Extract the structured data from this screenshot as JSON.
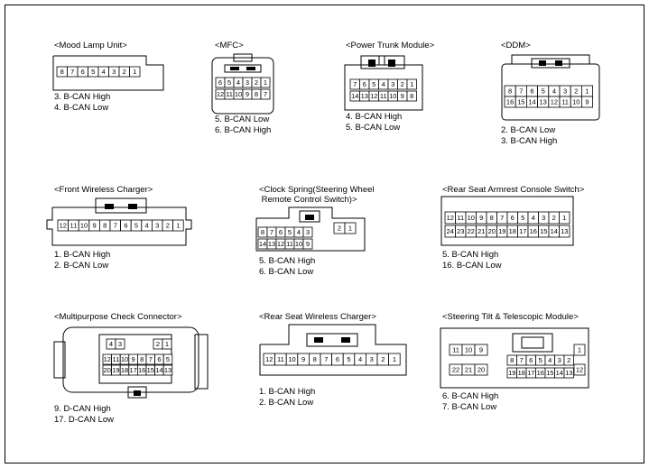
{
  "connectors": [
    {
      "id": "mood-lamp-unit",
      "title": "<Mood Lamp Unit>",
      "pins": [
        "3. B-CAN High",
        "4. B-CAN Low"
      ],
      "rows": [
        [
          "8",
          "7",
          "6",
          "5",
          "4",
          "3",
          "2",
          "1"
        ]
      ]
    },
    {
      "id": "mfc",
      "title": "<MFC>",
      "pins": [
        "5. B-CAN Low",
        "6. B-CAN High"
      ],
      "rows": [
        [
          "6",
          "5",
          "4",
          "3",
          "2",
          "1"
        ],
        [
          "12",
          "11",
          "10",
          "9",
          "8",
          "7"
        ]
      ]
    },
    {
      "id": "power-trunk-module",
      "title": "<Power Trunk Module>",
      "pins": [
        "4. B-CAN High",
        "5. B-CAN Low"
      ],
      "rows": [
        [
          "7",
          "6",
          "5",
          "4",
          "3",
          "2",
          "1"
        ],
        [
          "14",
          "13",
          "12",
          "11",
          "10",
          "9",
          "8"
        ]
      ]
    },
    {
      "id": "ddm",
      "title": "<DDM>",
      "pins": [
        "2. B-CAN Low",
        "3. B-CAN High"
      ],
      "rows": [
        [
          "8",
          "7",
          "6",
          "5",
          "4",
          "3",
          "2",
          "1"
        ],
        [
          "16",
          "15",
          "14",
          "13",
          "12",
          "11",
          "10",
          "9"
        ]
      ]
    },
    {
      "id": "front-wireless-charger",
      "title": "<Front Wireless Charger>",
      "pins": [
        "1. B-CAN High",
        "2. B-CAN Low"
      ],
      "rows": [
        [
          "12",
          "11",
          "10",
          "9",
          "8",
          "7",
          "6",
          "5",
          "4",
          "3",
          "2",
          "1"
        ]
      ]
    },
    {
      "id": "clock-spring",
      "title": "<Clock Spring(Steering Wheel\n Remote Control Switch)>",
      "pins": [
        "5. B-CAN High",
        "6. B-CAN Low"
      ],
      "rows": [
        [
          "8",
          "7",
          "6",
          "5",
          "4",
          "3"
        ],
        [
          "14",
          "13",
          "12",
          "11",
          "10",
          "9"
        ]
      ],
      "side": [
        "2",
        "1"
      ]
    },
    {
      "id": "rear-seat-armrest",
      "title": "<Rear Seat Armrest Console Switch>",
      "pins": [
        "5. B-CAN High",
        "16. B-CAN Low"
      ],
      "rows": [
        [
          "12",
          "11",
          "10",
          "9",
          "8",
          "7",
          "6",
          "5",
          "4",
          "3",
          "2",
          "1"
        ],
        [
          "24",
          "23",
          "22",
          "21",
          "20",
          "19",
          "18",
          "17",
          "16",
          "15",
          "14",
          "13"
        ]
      ]
    },
    {
      "id": "multipurpose-check",
      "title": "<Multipurpose Check Connector>",
      "pins": [
        "9. D-CAN High",
        "17. D-CAN Low"
      ],
      "top_left": [
        "4",
        "3"
      ],
      "top_right": [
        "2",
        "1"
      ],
      "rows": [
        [
          "12",
          "11",
          "10",
          "9",
          "8",
          "7",
          "6",
          "5"
        ],
        [
          "20",
          "19",
          "18",
          "17",
          "16",
          "15",
          "14",
          "13"
        ]
      ]
    },
    {
      "id": "rear-seat-wireless-charger",
      "title": "<Rear Seat Wireless Charger>",
      "pins": [
        "1. B-CAN High",
        "2. B-CAN Low"
      ],
      "rows": [
        [
          "12",
          "11",
          "10",
          "9",
          "8",
          "7",
          "6",
          "5",
          "4",
          "3",
          "2",
          "1"
        ]
      ]
    },
    {
      "id": "steering-tilt",
      "title": "<Steering Tilt & Telescopic Module>",
      "pins": [
        "6. B-CAN High",
        "7. B-CAN Low"
      ],
      "left_top": [
        "11",
        "10",
        "9"
      ],
      "left_bottom": [
        "22",
        "21",
        "20"
      ],
      "mid_top": [
        "8",
        "7",
        "6",
        "5",
        "4",
        "3",
        "2"
      ],
      "mid_bottom": [
        "19",
        "18",
        "17",
        "16",
        "15",
        "14",
        "13"
      ],
      "right_top": "1",
      "right_bottom": "12"
    }
  ]
}
